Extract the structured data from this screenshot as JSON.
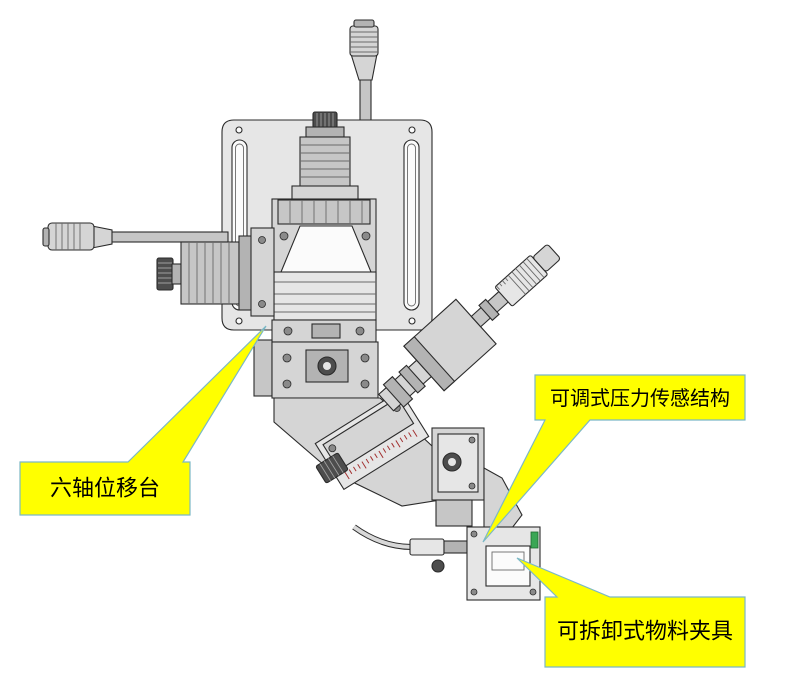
{
  "callouts": {
    "pressure_sensor": "可调式压力传感结构",
    "six_axis_stage": "六轴位移台",
    "material_fixture": "可拆卸式物料夹具"
  },
  "colors": {
    "callout_fill": "#FFFF00",
    "callout_border": "#7BB8C6",
    "callout_text": "#000000",
    "fixture_marker": "#3AA655"
  }
}
